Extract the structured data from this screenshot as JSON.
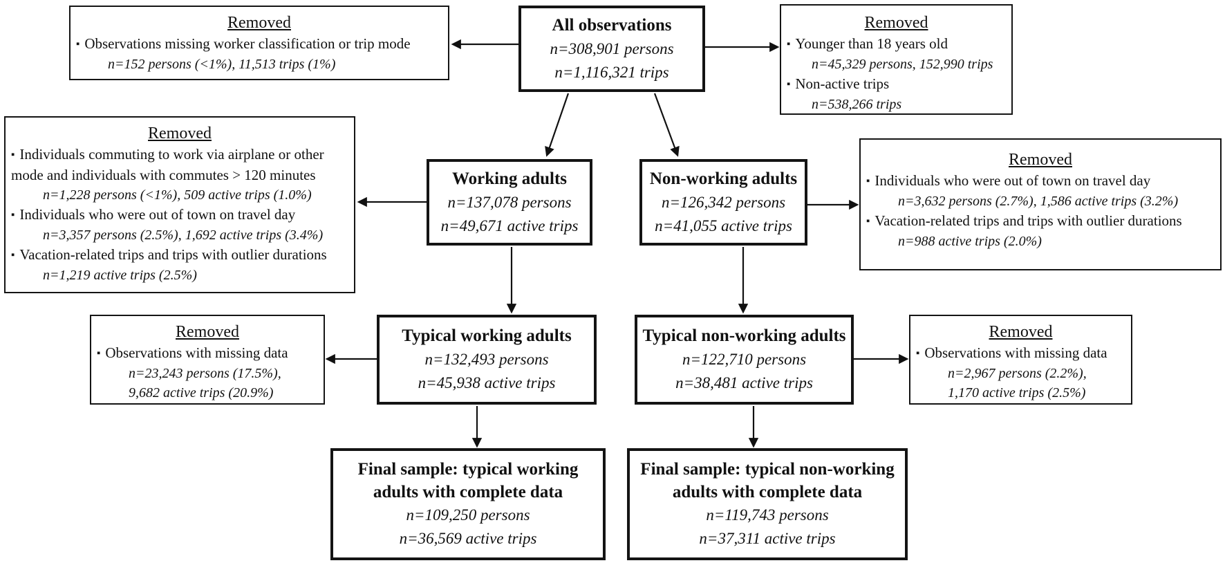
{
  "bullet_char": "▪",
  "colors": {
    "border": "#141414",
    "background": "#ffffff",
    "text": "#111111"
  },
  "diagram": {
    "all_observations": {
      "title": "All observations",
      "line1": "n=308,901 persons",
      "line2": "n=1,116,321 trips"
    },
    "working": {
      "title": "Working adults",
      "line1": "n=137,078 persons",
      "line2": "n=49,671 active trips"
    },
    "non_working": {
      "title": "Non-working adults",
      "line1": "n=126,342 persons",
      "line2": "n=41,055 active trips"
    },
    "typical_working": {
      "title": "Typical working adults",
      "line1": "n=132,493 persons",
      "line2": "n=45,938 active trips"
    },
    "typical_non_working": {
      "title": "Typical non-working adults",
      "line1": "n=122,710 persons",
      "line2": "n=38,481 active trips"
    },
    "final_working": {
      "title": "Final sample: typical working adults with complete data",
      "line1": "n=109,250 persons",
      "line2": "n=36,569 active trips"
    },
    "final_non_working": {
      "title": "Final sample: typical non-working adults with complete data",
      "line1": "n=119,743 persons",
      "line2": "n=37,311 active trips"
    },
    "removed_top_left": {
      "title": "Removed",
      "items": [
        {
          "bullet": "Observations missing worker classification or trip mode",
          "stat": "n=152 persons (<1%), 11,513 trips (1%)"
        }
      ]
    },
    "removed_top_right": {
      "title": "Removed",
      "items": [
        {
          "bullet": "Younger than 18 years old",
          "stat": "n=45,329 persons, 152,990 trips"
        },
        {
          "bullet": "Non-active trips",
          "stat": "n=538,266 trips"
        }
      ]
    },
    "removed_mid_left": {
      "title": "Removed",
      "items": [
        {
          "bullet": "Individuals commuting to work via airplane or other mode and individuals with commutes > 120 minutes",
          "stat": "n=1,228 persons (<1%), 509 active trips (1.0%)"
        },
        {
          "bullet": "Individuals who were out of town on travel day",
          "stat": "n=3,357 persons (2.5%), 1,692 active trips (3.4%)"
        },
        {
          "bullet": "Vacation-related trips and trips with outlier durations",
          "stat": "n=1,219 active trips (2.5%)"
        }
      ]
    },
    "removed_mid_right": {
      "title": "Removed",
      "items": [
        {
          "bullet": "Individuals who were out of town on travel day",
          "stat": "n=3,632 persons (2.7%), 1,586 active trips (3.2%)"
        },
        {
          "bullet": "Vacation-related trips and trips with outlier durations",
          "stat": "n=988 active trips (2.0%)"
        }
      ]
    },
    "removed_bottom_left": {
      "title": "Removed",
      "items": [
        {
          "bullet": "Observations with missing data",
          "stat": "n=23,243 persons (17.5%),",
          "stat2": "9,682 active trips (20.9%)"
        }
      ]
    },
    "removed_bottom_right": {
      "title": "Removed",
      "items": [
        {
          "bullet": "Observations with missing data",
          "stat": "n=2,967 persons (2.2%),",
          "stat2": "1,170 active trips (2.5%)"
        }
      ]
    }
  }
}
